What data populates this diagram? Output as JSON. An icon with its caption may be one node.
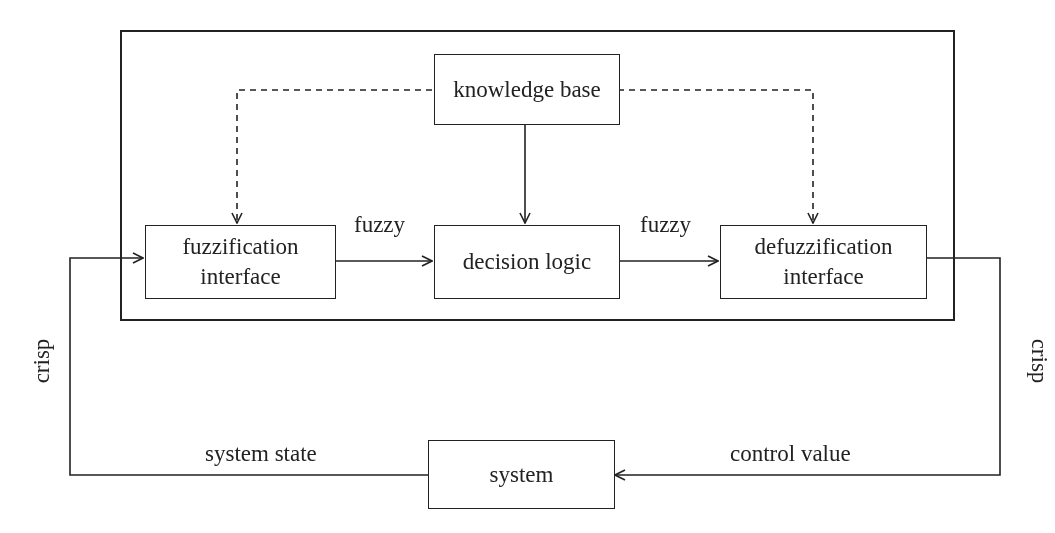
{
  "diagram": {
    "nodes": [
      {
        "text": [],
        "shape": "box"
      },
      {
        "text": [
          "knowledge base"
        ],
        "in": 0
      },
      {
        "text": [
          "fuzzification interface"
        ],
        "in": 0
      },
      {
        "text": [
          "decision logic"
        ],
        "in": 0
      },
      {
        "text": [
          "defuzzification interface"
        ],
        "in": 0
      },
      {
        "text": [
          "system"
        ]
      }
    ],
    "edges": [
      {
        "from": 1,
        "to": 2,
        "arrow": "to",
        "style": "dashed"
      },
      {
        "from": 1,
        "to": 3,
        "arrow": "to"
      },
      {
        "from": 1,
        "to": 4,
        "arrow": "to",
        "style": "dashed"
      },
      {
        "from": 2,
        "to": 3,
        "arrow": "to",
        "label": "fuzzy"
      },
      {
        "from": 3,
        "to": 4,
        "arrow": "to",
        "label": "fuzzy"
      },
      {
        "from": 4,
        "to": 5,
        "arrow": "to",
        "label": "control value"
      },
      {
        "from": 5,
        "to": 2,
        "arrow": "to",
        "label": "system state"
      }
    ],
    "labels": [
      "crisp",
      "crisp"
    ]
  }
}
